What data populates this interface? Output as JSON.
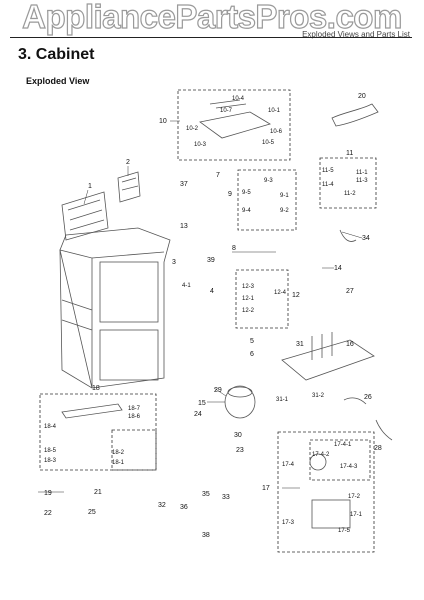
{
  "watermark": "AppliancePartsPros.com",
  "header": {
    "running_title": "Exploded Views and Parts List",
    "section": "3.  Cabinet",
    "subsection": "Exploded View"
  },
  "callouts": [
    "1",
    "2",
    "3",
    "4",
    "4-1",
    "5",
    "6",
    "7",
    "8",
    "9",
    "9-1",
    "9-2",
    "9-3",
    "9-4",
    "9-5",
    "10",
    "10-1",
    "10-2",
    "10-3",
    "10-4",
    "10-5",
    "10-6",
    "10-7",
    "11",
    "11-1",
    "11-2",
    "11-3",
    "11-4",
    "11-5",
    "12",
    "12-1",
    "12-2",
    "12-3",
    "12-4",
    "13",
    "14",
    "15",
    "16",
    "17",
    "17-1",
    "17-2",
    "17-3",
    "17-4",
    "17-4-1",
    "17-4-2",
    "17-4-3",
    "17-5",
    "18",
    "18-1",
    "18-2",
    "18-3",
    "18-4",
    "18-5",
    "18-6",
    "18-7",
    "19",
    "20",
    "21",
    "22",
    "23",
    "24",
    "25",
    "26",
    "27",
    "28",
    "29",
    "30",
    "31",
    "31-1",
    "31-2",
    "32",
    "33",
    "34",
    "35",
    "36",
    "37",
    "38",
    "39"
  ]
}
